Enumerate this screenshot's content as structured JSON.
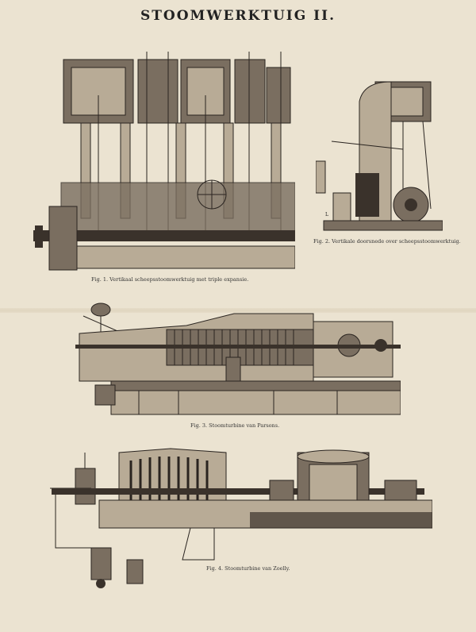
{
  "plate_title": "STOOMWERKTUIG II.",
  "figures": [
    {
      "caption": "Fig. 1. Vertikaal scheepsstoomwerktuig met triple expansie."
    },
    {
      "caption": "Fig. 2. Vertikale doorsnede over scheepsstoomwerktuig."
    },
    {
      "caption": "Fig. 3. Stoomturbine van Parsons."
    },
    {
      "caption": "Fig. 4. Stoomturbine van Zoelly."
    }
  ],
  "fig2_label": "L"
}
